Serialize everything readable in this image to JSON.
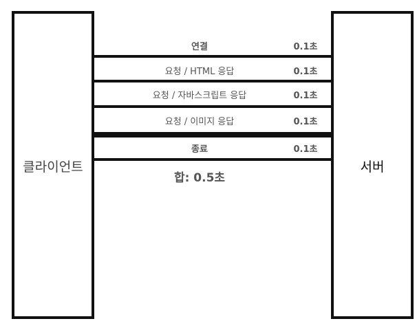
{
  "client": {
    "label": "클라이언트"
  },
  "server": {
    "label": "서버"
  },
  "steps": [
    {
      "label": "연결",
      "time": "0.1초"
    },
    {
      "label": "요청 / HTML 응답",
      "time": "0.1초"
    },
    {
      "label": "요청 / 자바스크립트 응답",
      "time": "0.1초"
    },
    {
      "label": "요청 / 이미지 응답",
      "time": "0.1초"
    },
    {
      "label": "종료",
      "time": "0.1초"
    }
  ],
  "total": "합: 0.5초"
}
